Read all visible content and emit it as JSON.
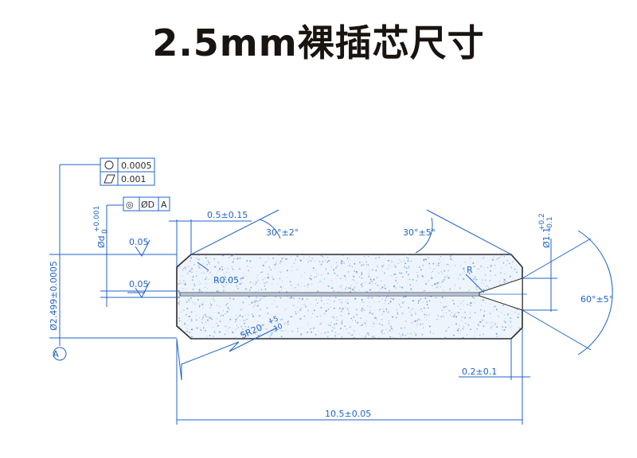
{
  "title": "2.5mm裸插芯尺寸",
  "colors": {
    "dimension": "#1f63c9",
    "outline": "#2b2b2b",
    "speckle": "#5a8fd8"
  },
  "tolerance_frames": {
    "roundness": "0.0005",
    "cylindricity": "0.001",
    "concentricity_symbol": "◎",
    "concentricity_value": "ØD",
    "concentricity_datum": "A"
  },
  "dimensions": {
    "chamfer_length": "0.5±0.15",
    "chamfer_angle_left": "30°±2°",
    "chamfer_angle_right": "30°±5°",
    "bore_diameter": "Ød",
    "bore_tol_upper": "+0.001",
    "bore_tol_lower": "0",
    "outer_diameter": "Ø2.499±0.0005",
    "exit_diameter": "Ø1.1",
    "exit_tol_upper": "+0.2",
    "exit_tol_lower": "-0.1",
    "cone_angle": "60°±5°",
    "edge_radius": "R0.05",
    "radius_label": "R",
    "end_face_radius": "SR20",
    "end_face_tol_upper": "+5",
    "end_face_tol_lower": "-10",
    "roughness_outer": "0.05",
    "roughness_bore": "0.05",
    "exit_land": "0.2±0.1",
    "total_length": "10.5±0.05",
    "datum": "A"
  }
}
